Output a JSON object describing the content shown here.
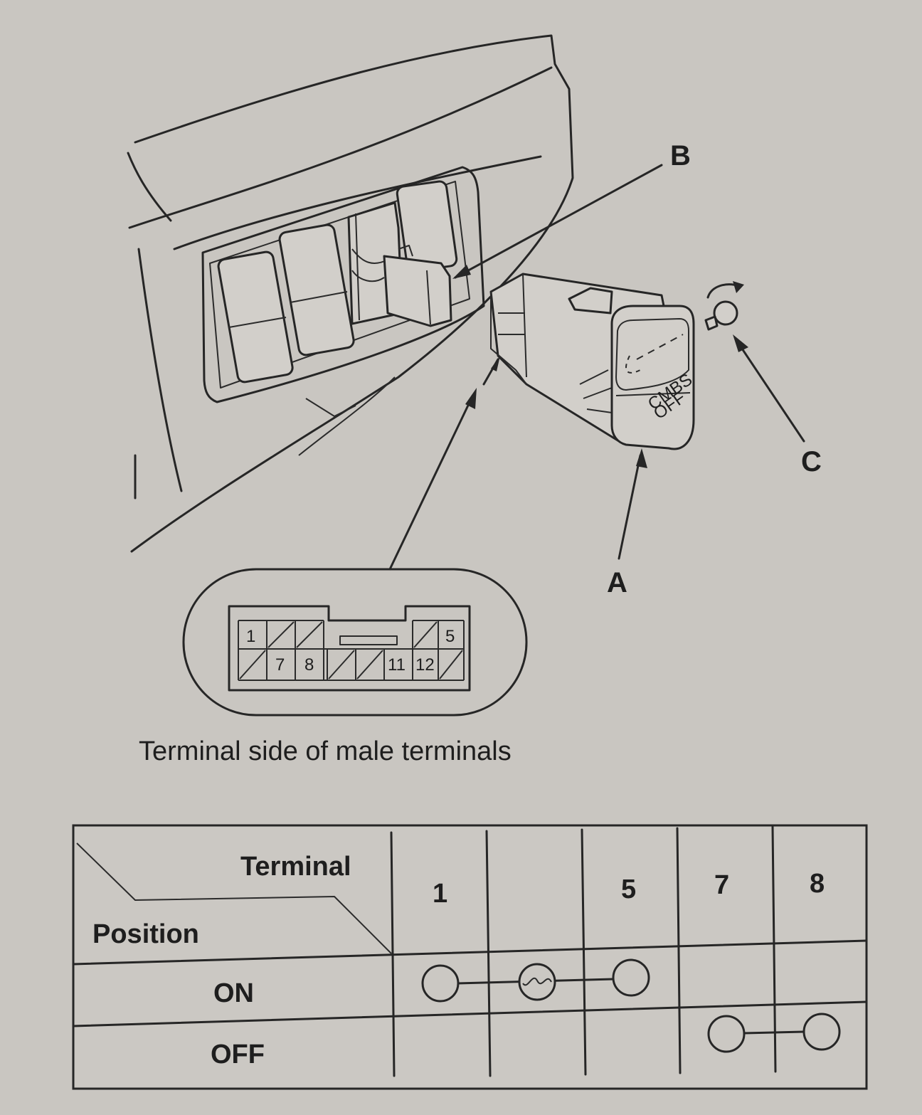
{
  "callouts": {
    "a": "A",
    "b": "B",
    "c": "C"
  },
  "switch_label": [
    "CMBS",
    "OFF"
  ],
  "connector": {
    "pins_top_left": "1",
    "pins_top_right": "5",
    "pins_bottom": [
      "7",
      "8",
      "11",
      "12"
    ],
    "caption": "Terminal side of male terminals"
  },
  "table": {
    "header_terminal": "Terminal",
    "header_position": "Position",
    "terminals": [
      "1",
      "",
      "5",
      "7",
      "8"
    ],
    "rows": [
      {
        "position": "ON",
        "continuity": [
          "1",
          "5"
        ],
        "bulb_column": 2
      },
      {
        "position": "OFF",
        "continuity": [
          "7",
          "8"
        ]
      }
    ]
  }
}
